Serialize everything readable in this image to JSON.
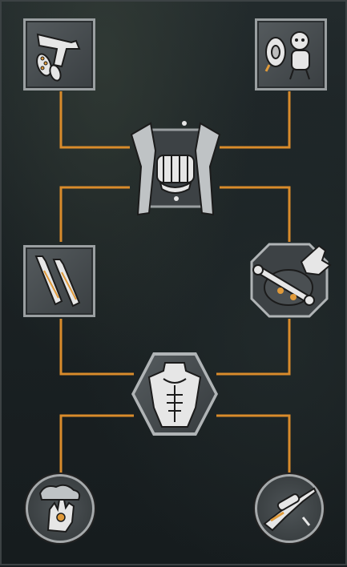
{
  "colors": {
    "connector": "#d98b2b",
    "frame": "#9a9fa1",
    "icon_fill": "#e6e6e6",
    "icon_accent": "#e09a3a"
  },
  "skill_tree": {
    "nodes": [
      {
        "id": "pistol-footprints",
        "icon": "pistol-footprints-icon",
        "shape": "square"
      },
      {
        "id": "monkey-cymbals",
        "icon": "monkey-cymbals-icon",
        "shape": "square"
      },
      {
        "id": "fist-shackles",
        "icon": "fist-shackles-icon",
        "shape": "square"
      },
      {
        "id": "bullets-ammo",
        "icon": "bullets-icon",
        "shape": "square"
      },
      {
        "id": "hand-bones-barrel",
        "icon": "hand-bones-icon",
        "shape": "octagon"
      },
      {
        "id": "torso-muscles",
        "icon": "torso-icon",
        "shape": "hexagon"
      },
      {
        "id": "hand-smoke",
        "icon": "hand-smoke-icon",
        "shape": "circle"
      },
      {
        "id": "sniper-rifle",
        "icon": "sniper-rifle-icon",
        "shape": "circle"
      }
    ]
  }
}
